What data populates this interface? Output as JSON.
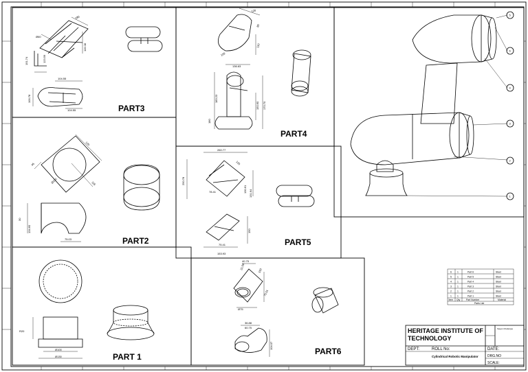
{
  "parts": {
    "part1": "PART 1",
    "part2": "PART2",
    "part3": "PART3",
    "part4": "PART4",
    "part5": "PART5",
    "part6": "PART6"
  },
  "dims": {
    "p1": [
      "R20",
      "Ø100",
      "Ø130"
    ],
    "p2": [
      "120",
      "Ø100",
      "75.03",
      "115",
      "45",
      "30",
      "134.60"
    ],
    "p3": [
      "180",
      "Ø60",
      "119.08",
      "123.59",
      "104.55",
      "104.55",
      "100.78",
      "151.74"
    ],
    "p4": [
      "120",
      "80",
      "150",
      "136.63",
      "180",
      "110",
      "183.23",
      "150.60",
      "170.70"
    ],
    "p5": [
      "260.77",
      "250.78",
      "120",
      "78.41",
      "131.64",
      "130.61",
      "150",
      "75.41",
      "153.93"
    ],
    "p6": [
      "40.75",
      "150",
      "21.56",
      "75.51",
      "Ø75",
      "36.88",
      "60.75",
      "104.07"
    ]
  },
  "balloons": [
    "5",
    "6",
    "4",
    "3",
    "2",
    "1"
  ],
  "parts_list": {
    "rows": [
      [
        "6",
        "1",
        "Part 6",
        "Steel"
      ],
      [
        "5",
        "1",
        "Part 5",
        "Steel"
      ],
      [
        "4",
        "1",
        "Part 4",
        "Steel"
      ],
      [
        "3",
        "1",
        "Part 3",
        "Steel"
      ],
      [
        "2",
        "1",
        "Part 2",
        "Steel"
      ],
      [
        "1",
        "1",
        "Part 1",
        "Steel"
      ]
    ],
    "header": [
      "Item",
      "Qty",
      "Part Number",
      "Material"
    ],
    "caption": "Parts List"
  },
  "title_block": {
    "institute_line1": "HERITAGE INSTITUTE OF",
    "institute_line2": "TECHNOLOGY",
    "name": "Sayan Chatterjee",
    "roll_label": "ROLL No:",
    "dept_label": "DEPT:",
    "date_label": "DATE:",
    "drawing_title": "Cylindrical Robotic Manipulator",
    "drg_label": "DRG.NO",
    "scale_label": "SCALE:"
  }
}
